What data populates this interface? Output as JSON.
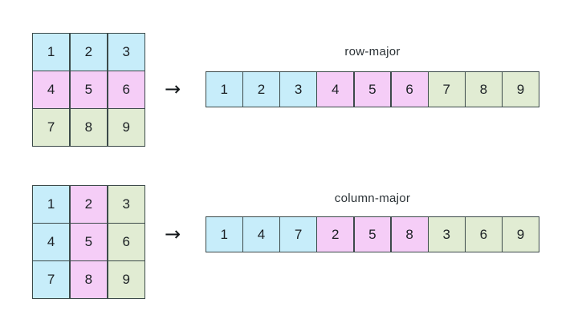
{
  "palette": {
    "blue": "#c7edfa",
    "pink": "#f5cdf7",
    "green": "#e1ecd3",
    "border": "#3c4a4a",
    "text": "#1b2024",
    "background": "#ffffff"
  },
  "diagram": {
    "title_row_major": "row-major",
    "title_column_major": "column-major",
    "arrow_glyph": "→",
    "arrow_name": "right-arrow"
  },
  "row_major": {
    "caption": "row-major",
    "matrix": {
      "rows": 3,
      "cols": 3,
      "cells": [
        {
          "value": "1",
          "color": "blue"
        },
        {
          "value": "2",
          "color": "blue"
        },
        {
          "value": "3",
          "color": "blue"
        },
        {
          "value": "4",
          "color": "pink"
        },
        {
          "value": "5",
          "color": "pink"
        },
        {
          "value": "6",
          "color": "pink"
        },
        {
          "value": "7",
          "color": "green"
        },
        {
          "value": "8",
          "color": "green"
        },
        {
          "value": "9",
          "color": "green"
        }
      ]
    },
    "array": {
      "length": 9,
      "cells": [
        {
          "value": "1",
          "color": "blue"
        },
        {
          "value": "2",
          "color": "blue"
        },
        {
          "value": "3",
          "color": "blue"
        },
        {
          "value": "4",
          "color": "pink"
        },
        {
          "value": "5",
          "color": "pink"
        },
        {
          "value": "6",
          "color": "pink"
        },
        {
          "value": "7",
          "color": "green"
        },
        {
          "value": "8",
          "color": "green"
        },
        {
          "value": "9",
          "color": "green"
        }
      ]
    }
  },
  "column_major": {
    "caption": "column-major",
    "matrix": {
      "rows": 3,
      "cols": 3,
      "cells": [
        {
          "value": "1",
          "color": "blue"
        },
        {
          "value": "2",
          "color": "pink"
        },
        {
          "value": "3",
          "color": "green"
        },
        {
          "value": "4",
          "color": "blue"
        },
        {
          "value": "5",
          "color": "pink"
        },
        {
          "value": "6",
          "color": "green"
        },
        {
          "value": "7",
          "color": "blue"
        },
        {
          "value": "8",
          "color": "pink"
        },
        {
          "value": "9",
          "color": "green"
        }
      ]
    },
    "array": {
      "length": 9,
      "cells": [
        {
          "value": "1",
          "color": "blue"
        },
        {
          "value": "4",
          "color": "blue"
        },
        {
          "value": "7",
          "color": "blue"
        },
        {
          "value": "2",
          "color": "pink"
        },
        {
          "value": "5",
          "color": "pink"
        },
        {
          "value": "8",
          "color": "pink"
        },
        {
          "value": "3",
          "color": "green"
        },
        {
          "value": "6",
          "color": "green"
        },
        {
          "value": "9",
          "color": "green"
        }
      ]
    }
  }
}
